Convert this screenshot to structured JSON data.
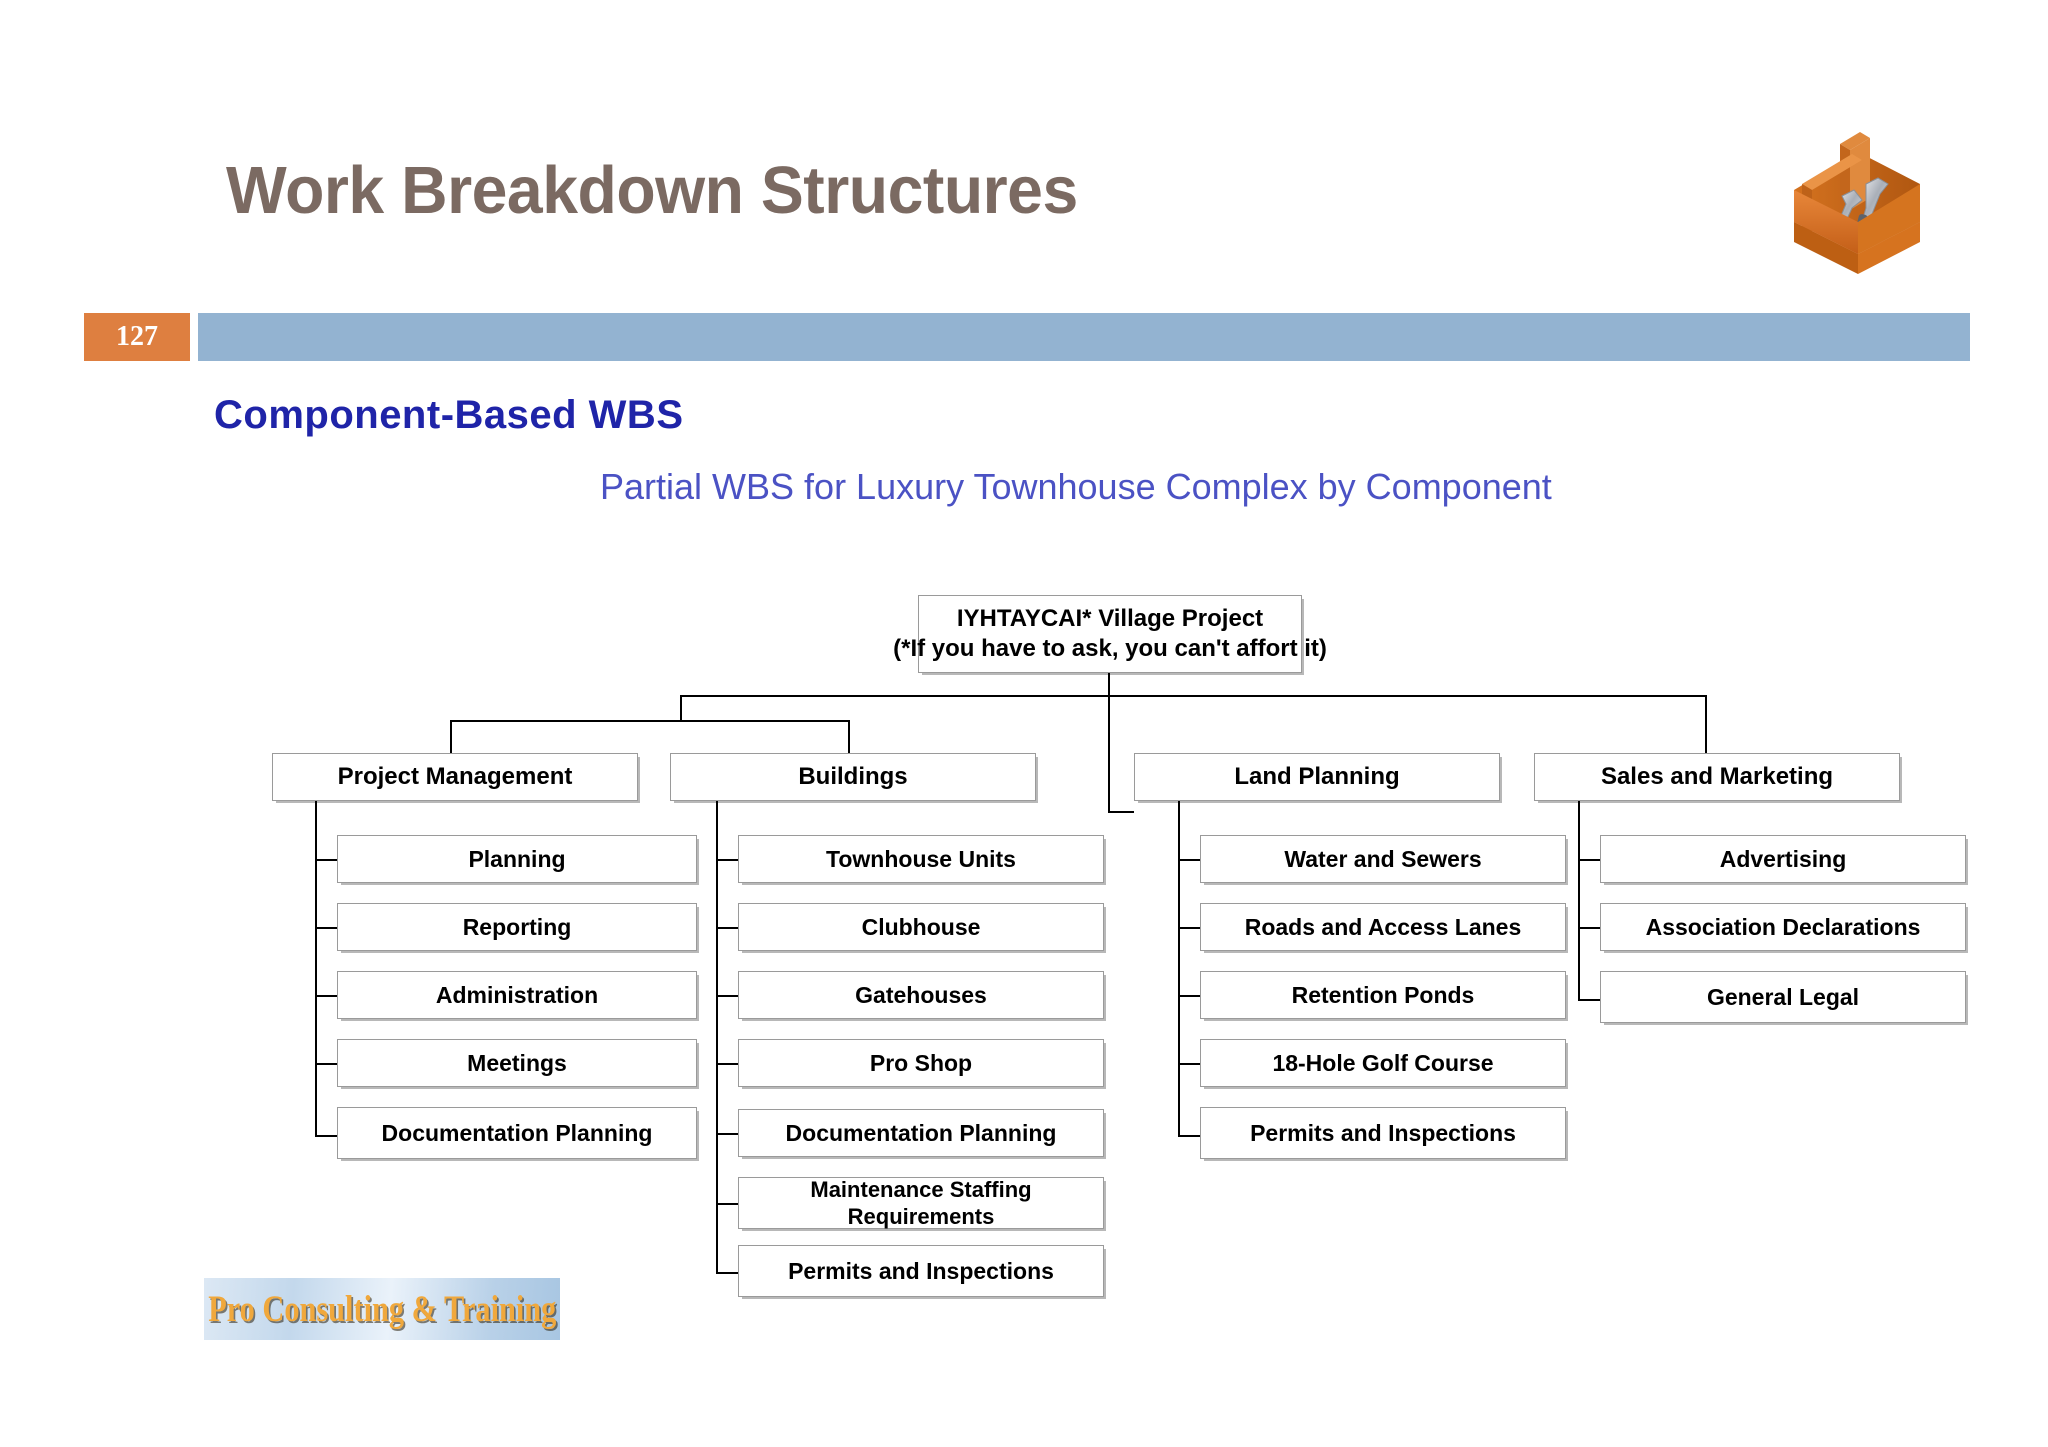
{
  "slide": {
    "title": "Work Breakdown Structures",
    "page_number": "127",
    "section_heading": "Component-Based WBS",
    "chart_caption": "Partial WBS for Luxury Townhouse Complex by Component",
    "logo_text": "Pro Consulting & Training",
    "colors": {
      "title": "#7B6A62",
      "badge_bg": "#DE7F40",
      "header_bar": "#93B3D1",
      "section_heading": "#1F24A8",
      "caption": "#4B52C4",
      "logo_text": "#F0A83C",
      "node_border": "#9A9A9A",
      "connector": "#000000"
    },
    "icons": {
      "toolbox": "toolbox-icon"
    }
  },
  "chart_data": {
    "type": "diagram",
    "title": "Partial WBS for Luxury Townhouse Complex by Component",
    "root": {
      "line1": "IYHTAYCAI* Village Project",
      "line2": "(*If you have to ask, you can't affort it)"
    },
    "branches": [
      {
        "label": "Project Management",
        "children": [
          "Planning",
          "Reporting",
          "Administration",
          "Meetings",
          "Documentation Planning"
        ]
      },
      {
        "label": "Buildings",
        "children": [
          "Townhouse Units",
          "Clubhouse",
          "Gatehouses",
          "Pro Shop",
          "Documentation Planning",
          "Maintenance Staffing Requirements",
          "Permits and Inspections"
        ]
      },
      {
        "label": "Land Planning",
        "children": [
          "Water and Sewers",
          "Roads and Access Lanes",
          "Retention Ponds",
          "18-Hole Golf Course",
          "Permits and Inspections"
        ]
      },
      {
        "label": "Sales and Marketing",
        "children": [
          "Advertising",
          "Association Declarations",
          "General Legal"
        ]
      }
    ]
  }
}
